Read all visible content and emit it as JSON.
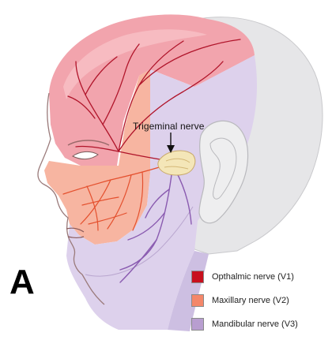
{
  "figure": {
    "panel_letter": "A",
    "callout_label": "Trigeminal nerve"
  },
  "legend": {
    "items": [
      {
        "label": "Opthalmic nerve (V1)",
        "color": "#c8101e"
      },
      {
        "label": "Maxillary nerve (V2)",
        "color": "#f4876a"
      },
      {
        "label": "Mandibular nerve (V3)",
        "color": "#b89ed0"
      }
    ]
  },
  "colors": {
    "v1_region": "#f2a4ad",
    "v2_region": "#f7b5a1",
    "v3_region": "#ddd1ec",
    "scalp": "#e6e6e8",
    "v1_nerve": "#b0142a",
    "v2_nerve": "#e4502e",
    "v3_nerve": "#8a5bb0"
  }
}
